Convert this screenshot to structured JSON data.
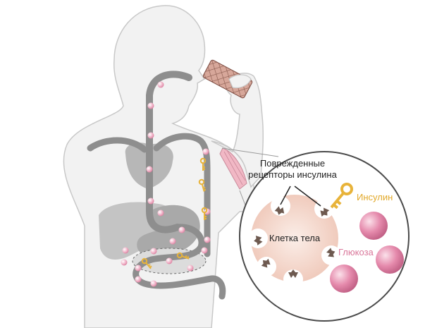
{
  "labels": {
    "damaged_receptors_line1": "Поврежденные",
    "damaged_receptors_line2": "рецепторы инсулина",
    "insulin": "Инсулин",
    "glucose": "Глюкоза",
    "body_cell": "Клетка тела"
  },
  "colors": {
    "insulin": "#e8b33a",
    "glucose": "#d9779a",
    "body": "#f2f2f2",
    "body_outline": "#c8c8c8",
    "organs": "#bdbdbd",
    "tract": "#8c8c8c",
    "cell": "#f3d2c5",
    "receptor": "#6e5a50"
  },
  "icons": [
    "key-icon",
    "glucose-sphere-icon",
    "receptor-icon",
    "wafer-icon"
  ]
}
